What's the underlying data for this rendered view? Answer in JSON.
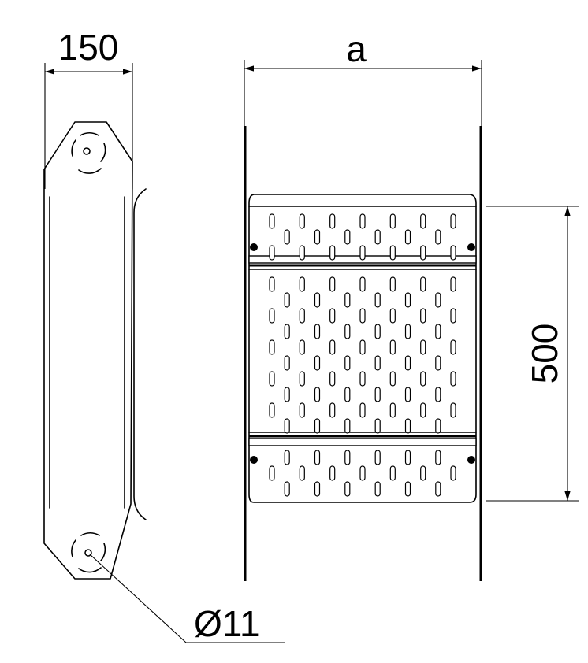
{
  "dimensions": {
    "width_label": "150",
    "length_label": "a",
    "height_label": "500",
    "hole_label": "Ø11"
  }
}
